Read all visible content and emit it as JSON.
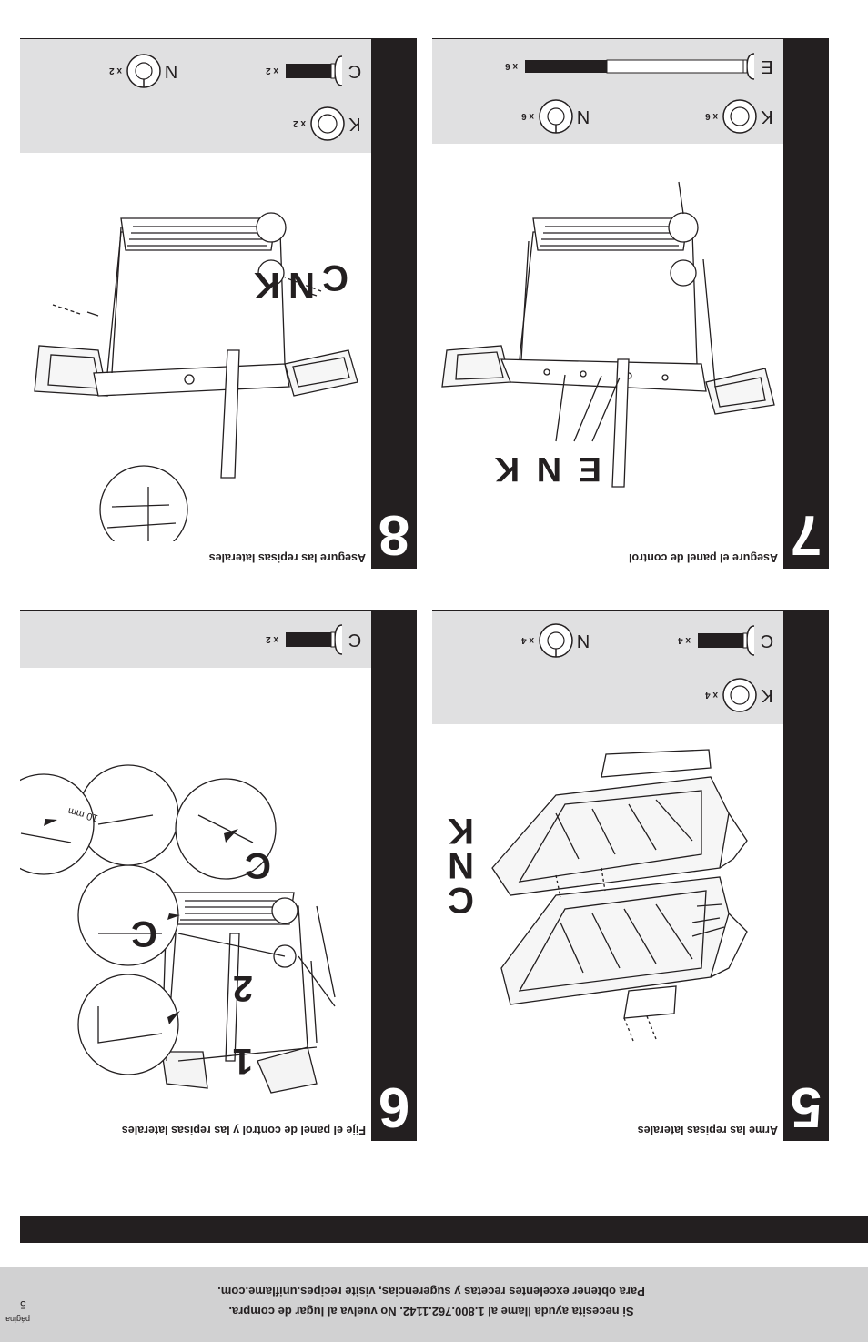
{
  "footer": {
    "help_line": "Si necesita ayuda llame al 1.800.762.1142. No vuelva al lugar de compra.",
    "recipes_line": "Para obtener excelentes recetas y sugerencias, visite recipes.uniflame.com.",
    "page_label": "página",
    "page_number": "5"
  },
  "steps": [
    {
      "number": "5",
      "title": "Arme las repisas laterales",
      "parts": [
        {
          "letter": "C",
          "qty": "x 4",
          "icon": "bolt-icon"
        },
        {
          "letter": "N",
          "qty": "x 4",
          "icon": "lock-washer-icon"
        },
        {
          "letter": "K",
          "qty": "x 4",
          "icon": "flat-washer-icon"
        }
      ],
      "callouts": [
        "C",
        "N",
        "K"
      ]
    },
    {
      "number": "6",
      "title": "Fije el panel de control y las repisas laterales",
      "parts": [
        {
          "letter": "C",
          "qty": "x 2",
          "icon": "bolt-icon"
        }
      ],
      "callouts": [
        "1",
        "2",
        "C",
        "C"
      ],
      "detail_label": "10 mm"
    },
    {
      "number": "7",
      "title": "Asegure el panel de control",
      "parts": [
        {
          "letter": "E",
          "qty": "x 6",
          "icon": "long-bolt-icon"
        },
        {
          "letter": "N",
          "qty": "x 6",
          "icon": "lock-washer-icon"
        },
        {
          "letter": "K",
          "qty": "x 6",
          "icon": "flat-washer-icon"
        }
      ],
      "callouts": [
        "E N K"
      ]
    },
    {
      "number": "8",
      "title": "Asegure las repisas laterales",
      "parts": [
        {
          "letter": "C",
          "qty": "x 2",
          "icon": "bolt-icon"
        },
        {
          "letter": "N",
          "qty": "x 2",
          "icon": "lock-washer-icon"
        },
        {
          "letter": "K",
          "qty": "x 2",
          "icon": "flat-washer-icon"
        }
      ],
      "callouts": [
        "C",
        "N",
        "K"
      ]
    }
  ]
}
